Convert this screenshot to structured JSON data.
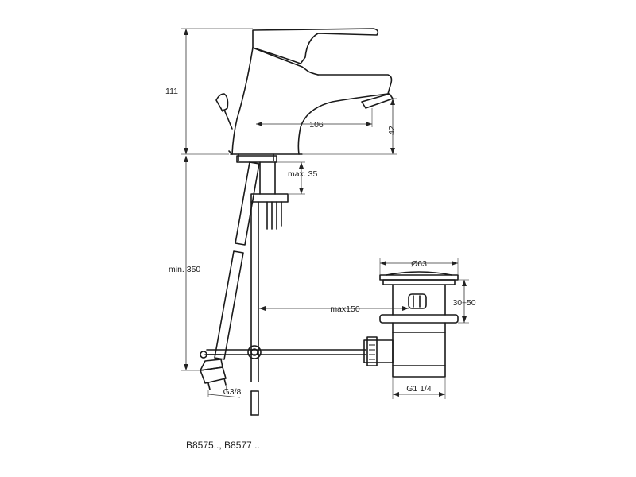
{
  "dimensions": {
    "height_total": "111",
    "spout_reach": "106",
    "spout_height": "42",
    "max_thickness": "max. 35",
    "min_hose": "min. 350",
    "waste_diameter": "Ø63",
    "waste_adjust": "30÷50",
    "max_waste_dist": "max150",
    "waste_thread": "G1 1/4",
    "hose_thread": "G3/8"
  },
  "model_label": "B8575.., B8577 .."
}
